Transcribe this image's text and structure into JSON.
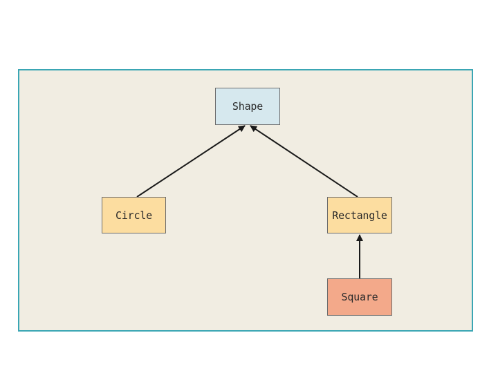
{
  "diagram": {
    "type": "class-hierarchy",
    "colors": {
      "frame_border": "#3aa6b4",
      "frame_background": "#f1ede2",
      "base_class_fill": "#d6e8ee",
      "subclass_fill": "#fcdda0",
      "leaf_class_fill": "#f3a98a",
      "arrow": "#1a1a1a"
    },
    "nodes": {
      "shape": {
        "label": "Shape"
      },
      "circle": {
        "label": "Circle"
      },
      "rectangle": {
        "label": "Rectangle"
      },
      "square": {
        "label": "Square"
      }
    },
    "edges": [
      {
        "from": "circle",
        "to": "shape"
      },
      {
        "from": "rectangle",
        "to": "shape"
      },
      {
        "from": "square",
        "to": "rectangle"
      }
    ]
  }
}
